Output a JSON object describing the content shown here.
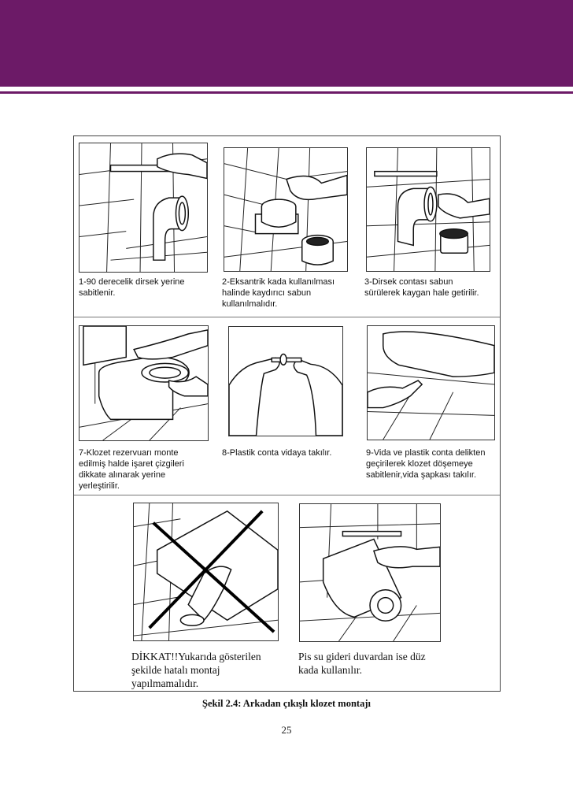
{
  "captions": {
    "step1": "1-90 derecelik dirsek yerine\nsabitlenir.",
    "step2": "2-Eksantrik kada kullanılması\nhalinde kaydırıcı sabun\nkullanılmalıdır.",
    "step3": "3-Dirsek contası sabun\nsürülerek kaygan hale getirilir.",
    "step7": "7-Klozet rezervuarı monte\nedilmiş halde işaret çizgileri\ndikkate alınarak yerine\nyerleştirilir.",
    "step8": "8-Plastik conta vidaya takılır.",
    "step9": "9-Vida ve plastik conta delikten\ngeçirilerek klozet döşemeye\nsabitlenir,vida şapkası takılır.",
    "warning": "DİKKAT!!Yukarıda gösterilen\nşekilde hatalı montaj\nyapılmamalıdır.",
    "note": "Pis su gideri duvardan ise düz\nkada kullanılır."
  },
  "figure_caption": "Şekil 2.4: Arkadan çıkışlı klozet montajı",
  "page_number": "25",
  "colors": {
    "banner": "#6c1a67",
    "ink": "#111111"
  }
}
